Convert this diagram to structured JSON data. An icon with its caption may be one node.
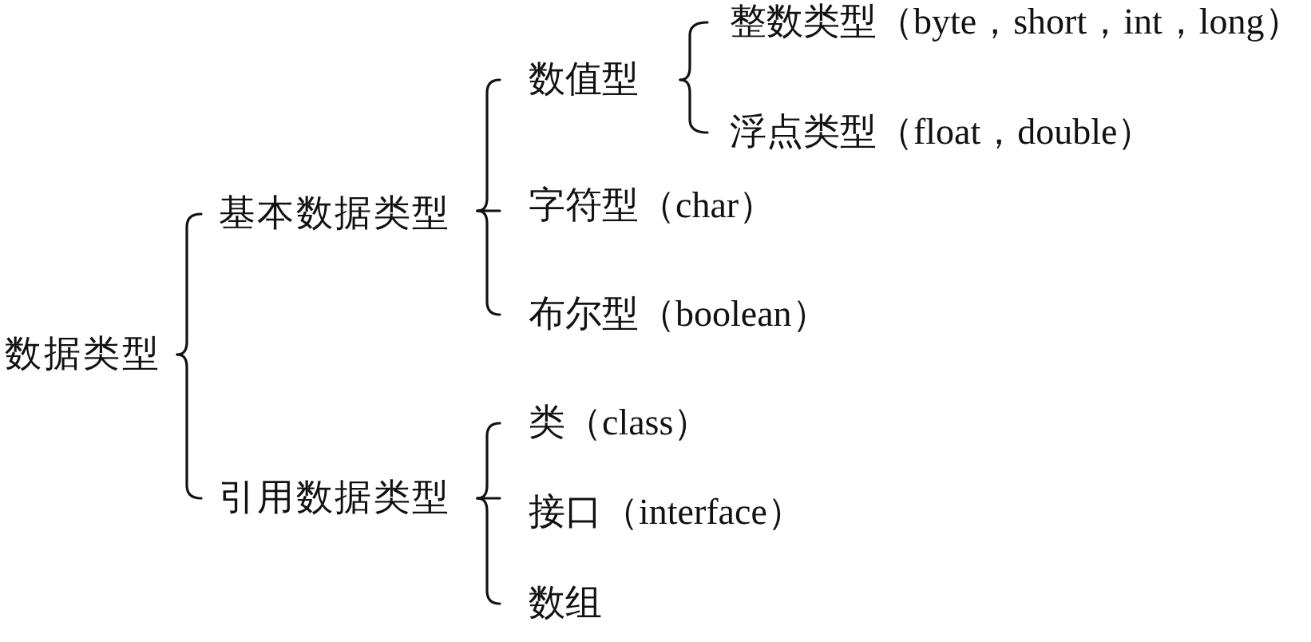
{
  "diagram": {
    "nodes": [
      {
        "text": [
          "数据类型"
        ]
      },
      {
        "text": [
          "基本数据类型"
        ]
      },
      {
        "text": [
          "数值型"
        ]
      },
      {
        "text": [
          "整数类型（byte，short，int，long）"
        ]
      },
      {
        "text": [
          "浮点类型（float，double）"
        ]
      },
      {
        "text": [
          "字符型（char）"
        ]
      },
      {
        "text": [
          "布尔型（boolean）"
        ]
      },
      {
        "text": [
          "引用数据类型"
        ]
      },
      {
        "text": [
          "类（class）"
        ]
      },
      {
        "text": [
          "接口（interface）"
        ]
      },
      {
        "text": [
          "数组"
        ]
      }
    ],
    "edges": [
      {
        "from": 0,
        "to": 1,
        "arrow": "none"
      },
      {
        "from": 0,
        "to": 7,
        "arrow": "none"
      },
      {
        "from": 1,
        "to": 2,
        "arrow": "none"
      },
      {
        "from": 1,
        "to": 5,
        "arrow": "none"
      },
      {
        "from": 1,
        "to": 6,
        "arrow": "none"
      },
      {
        "from": 2,
        "to": 3,
        "arrow": "none"
      },
      {
        "from": 2,
        "to": 4,
        "arrow": "none"
      },
      {
        "from": 7,
        "to": 8,
        "arrow": "none"
      },
      {
        "from": 7,
        "to": 9,
        "arrow": "none"
      },
      {
        "from": 7,
        "to": 10,
        "arrow": "none"
      }
    ]
  }
}
